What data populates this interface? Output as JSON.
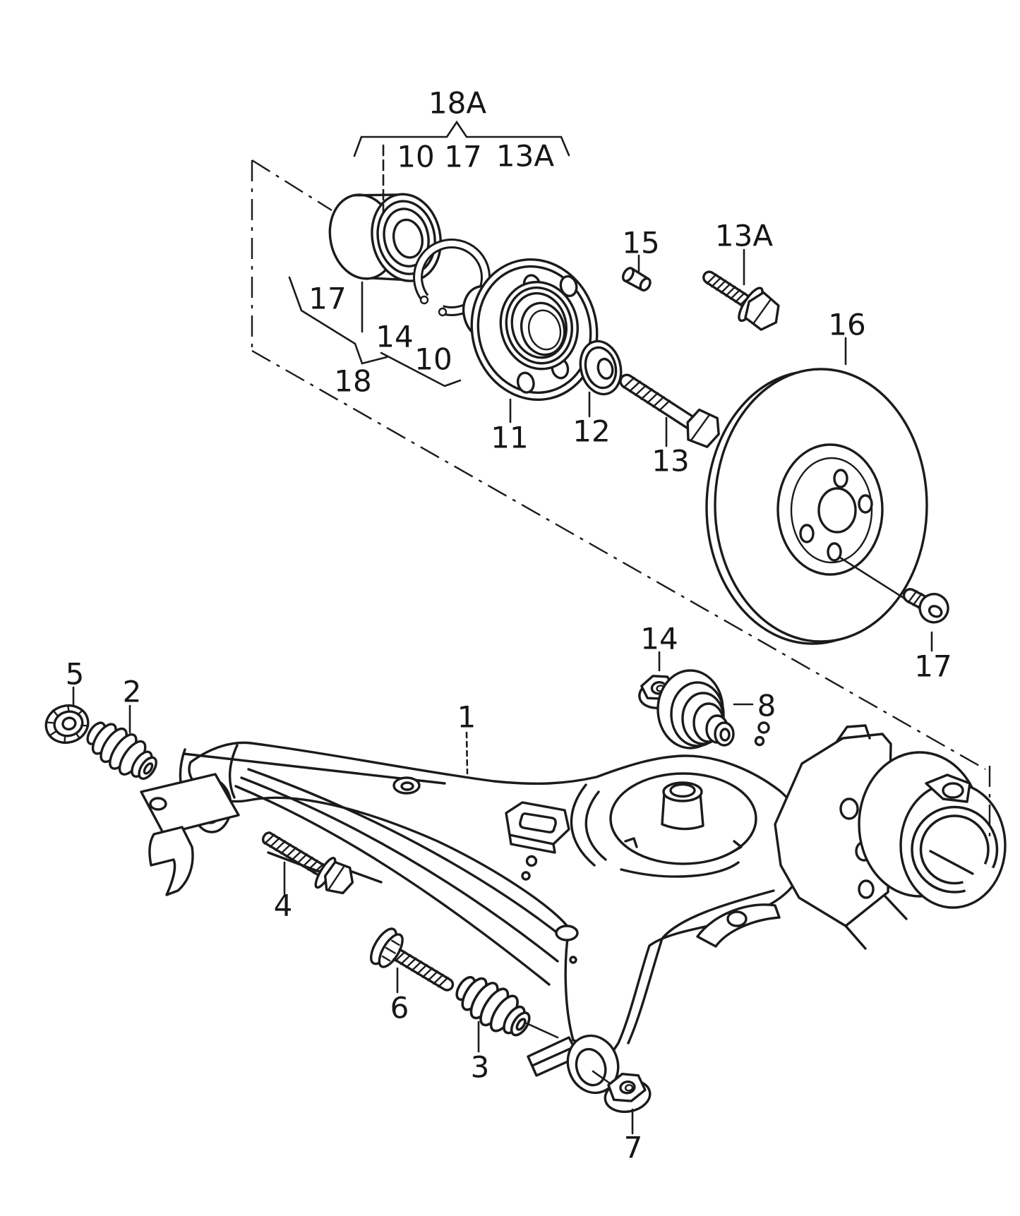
{
  "diagram": {
    "kind": "exploded-parts-diagram",
    "ink_color": "#1b1b1b",
    "paper_color": "#ffffff"
  },
  "callouts": {
    "kit_label": "18A",
    "kit_item_1": "10",
    "kit_item_2": "17",
    "kit_item_3": "13A",
    "grp_17": "17",
    "grp_14": "14",
    "grp_10": "10",
    "grp_18": "18",
    "p11": "11",
    "p12": "12",
    "p13": "13",
    "p15": "15",
    "p13a": "13A",
    "p16": "16",
    "p17_disc": "17",
    "p1": "1",
    "p2": "2",
    "p3": "3",
    "p4": "4",
    "p5": "5",
    "p6": "6",
    "p7": "7",
    "p8": "8",
    "p14_arm": "14"
  }
}
